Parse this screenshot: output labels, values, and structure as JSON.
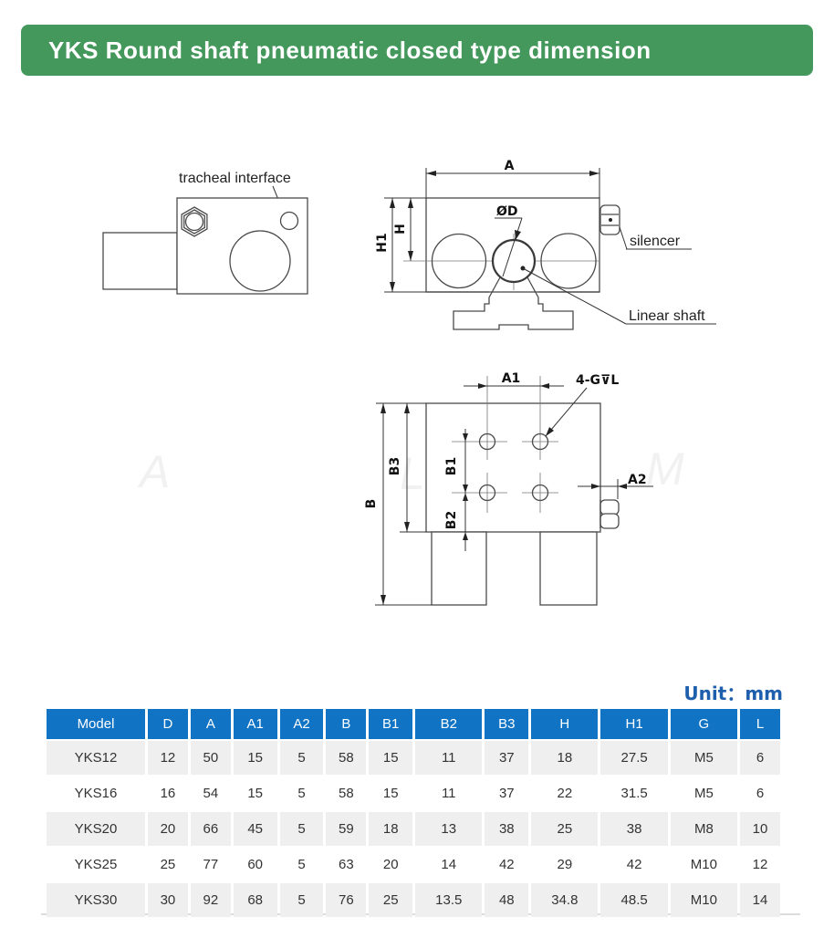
{
  "header": {
    "title": "YKS Round shaft pneumatic closed type dimension"
  },
  "colors": {
    "banner_green": "#44985c",
    "table_header_blue": "#1173c4",
    "unit_text_blue": "#1e5fad",
    "row_alt_gray": "#efefef"
  },
  "drawing": {
    "labels": {
      "tracheal_interface": "tracheal interface",
      "silencer": "silencer",
      "linear_shaft": "Linear shaft"
    },
    "dims": {
      "a": "A",
      "h": "H",
      "h1": "H1",
      "d": "ØD",
      "a1": "A1",
      "a2": "A2",
      "b": "B",
      "b1": "B1",
      "b2": "B2",
      "b3": "B3",
      "thread": "4-G⊽L"
    }
  },
  "watermark": {
    "letters": [
      "A",
      "L",
      "M"
    ]
  },
  "table": {
    "unit_label": "Unit：mm",
    "columns": [
      "Model",
      "D",
      "A",
      "A1",
      "A2",
      "B",
      "B1",
      "B2",
      "B3",
      "H",
      "H1",
      "G",
      "L"
    ],
    "rows": [
      [
        "YKS12",
        "12",
        "50",
        "15",
        "5",
        "58",
        "15",
        "11",
        "37",
        "18",
        "27.5",
        "M5",
        "6"
      ],
      [
        "YKS16",
        "16",
        "54",
        "15",
        "5",
        "58",
        "15",
        "11",
        "37",
        "22",
        "31.5",
        "M5",
        "6"
      ],
      [
        "YKS20",
        "20",
        "66",
        "45",
        "5",
        "59",
        "18",
        "13",
        "38",
        "25",
        "38",
        "M8",
        "10"
      ],
      [
        "YKS25",
        "25",
        "77",
        "60",
        "5",
        "63",
        "20",
        "14",
        "42",
        "29",
        "42",
        "M10",
        "12"
      ],
      [
        "YKS30",
        "30",
        "92",
        "68",
        "5",
        "76",
        "25",
        "13.5",
        "48",
        "34.8",
        "48.5",
        "M10",
        "14"
      ]
    ]
  }
}
